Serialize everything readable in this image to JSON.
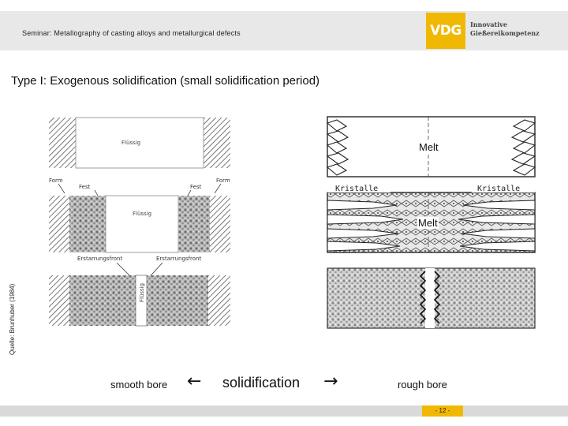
{
  "header": {
    "title": "Seminar: Metallography of casting alloys and metallurgical defects",
    "logo_mark": "VDG",
    "logo_line1": "Innovative",
    "logo_line2": "Gießereikompetenz"
  },
  "slide": {
    "title": "Type I: Exogenous solidification (small solidification period)",
    "source": "Quelle: Brunhuber (1984)"
  },
  "left_figure": {
    "labels": {
      "fluessig_top": "Flüssig",
      "form_left": "Form",
      "form_right": "Form",
      "fest_left": "Fest",
      "fest_right": "Fest",
      "fluessig_mid": "Flüssig",
      "erstarrungsfront_left": "Erstarrungsfront",
      "erstarrungsfront_right": "Erstarrungsfront",
      "fluessig_bottom": "Flüssig"
    }
  },
  "right_figure": {
    "melt_top": "Melt",
    "kristalle_left": "Kristalle",
    "kristalle_right": "Kristalle",
    "melt_mid": "Melt"
  },
  "bottom": {
    "smooth": "smooth bore",
    "arrow_left": "←",
    "center": "solidification",
    "arrow_right": "→",
    "rough": "rough bore"
  },
  "footer": {
    "page": "- 12 -"
  }
}
